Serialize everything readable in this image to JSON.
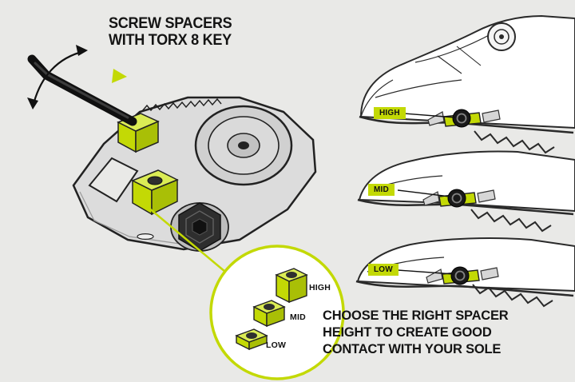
{
  "colors": {
    "accent": "#c3d905",
    "background": "#e9e9e7",
    "ink": "#141414"
  },
  "title": {
    "line1": "SCREW SPACERS",
    "line2": "WITH TORX 8 KEY"
  },
  "shoe_labels": {
    "high": "HIGH",
    "mid": "MID",
    "low": "LOW"
  },
  "spacer_chart": {
    "high": "HIGH",
    "mid": "MID",
    "low": "LOW"
  },
  "instruction": {
    "line1": "CHOOSE THE RIGHT SPACER",
    "line2": "HEIGHT TO CREATE GOOD",
    "line3": "CONTACT WITH YOUR SOLE"
  },
  "icons": [
    "torx-key",
    "rotation-arrows",
    "pointer-arrow",
    "boa-dial",
    "cleat-bolt",
    "hex-bolt"
  ]
}
